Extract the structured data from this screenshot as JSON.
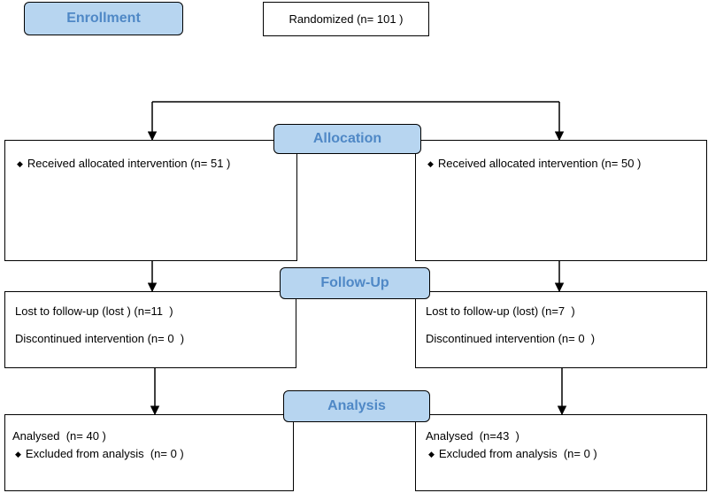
{
  "stages": {
    "enrollment": "Enrollment",
    "allocation": "Allocation",
    "follow_up": "Follow-Up",
    "analysis": "Analysis"
  },
  "randomized": "Randomized (n= 101 )",
  "allocation": {
    "left": "Received allocated intervention (n= 51 )",
    "right": "Received allocated intervention (n= 50 )"
  },
  "follow_up": {
    "left": {
      "lost": "Lost to follow-up (lost ) (n=11  )",
      "discontinued": "Discontinued intervention (n= 0  )"
    },
    "right": {
      "lost": "Lost to follow-up (lost) (n=7  )",
      "discontinued": "Discontinued intervention (n= 0  )"
    }
  },
  "analysis": {
    "left": {
      "analysed": "Analysed  (n= 40 )",
      "excluded": "Excluded from analysis  (n= 0 )"
    },
    "right": {
      "analysed": "Analysed  (n=43  )",
      "excluded": "Excluded from analysis  (n= 0 )"
    }
  },
  "colors": {
    "stage_fill": "#b7d5f0",
    "stage_text": "#4f88c6",
    "line": "#000000"
  },
  "icons": {
    "bullet": "diamond-bullet-icon"
  }
}
